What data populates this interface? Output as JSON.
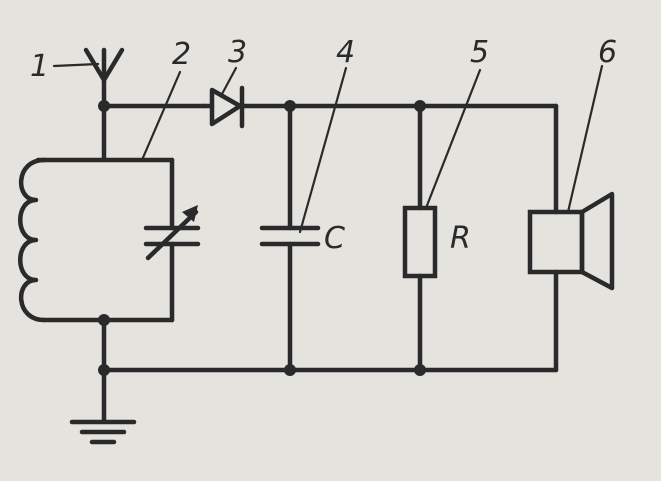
{
  "diagram": {
    "callouts": [
      "1",
      "2",
      "3",
      "4",
      "5",
      "6"
    ],
    "capacitor_label": "C",
    "resistor_label": "R"
  },
  "colors": {
    "background": "#e4e3de",
    "ink": "#2a2a2a"
  }
}
